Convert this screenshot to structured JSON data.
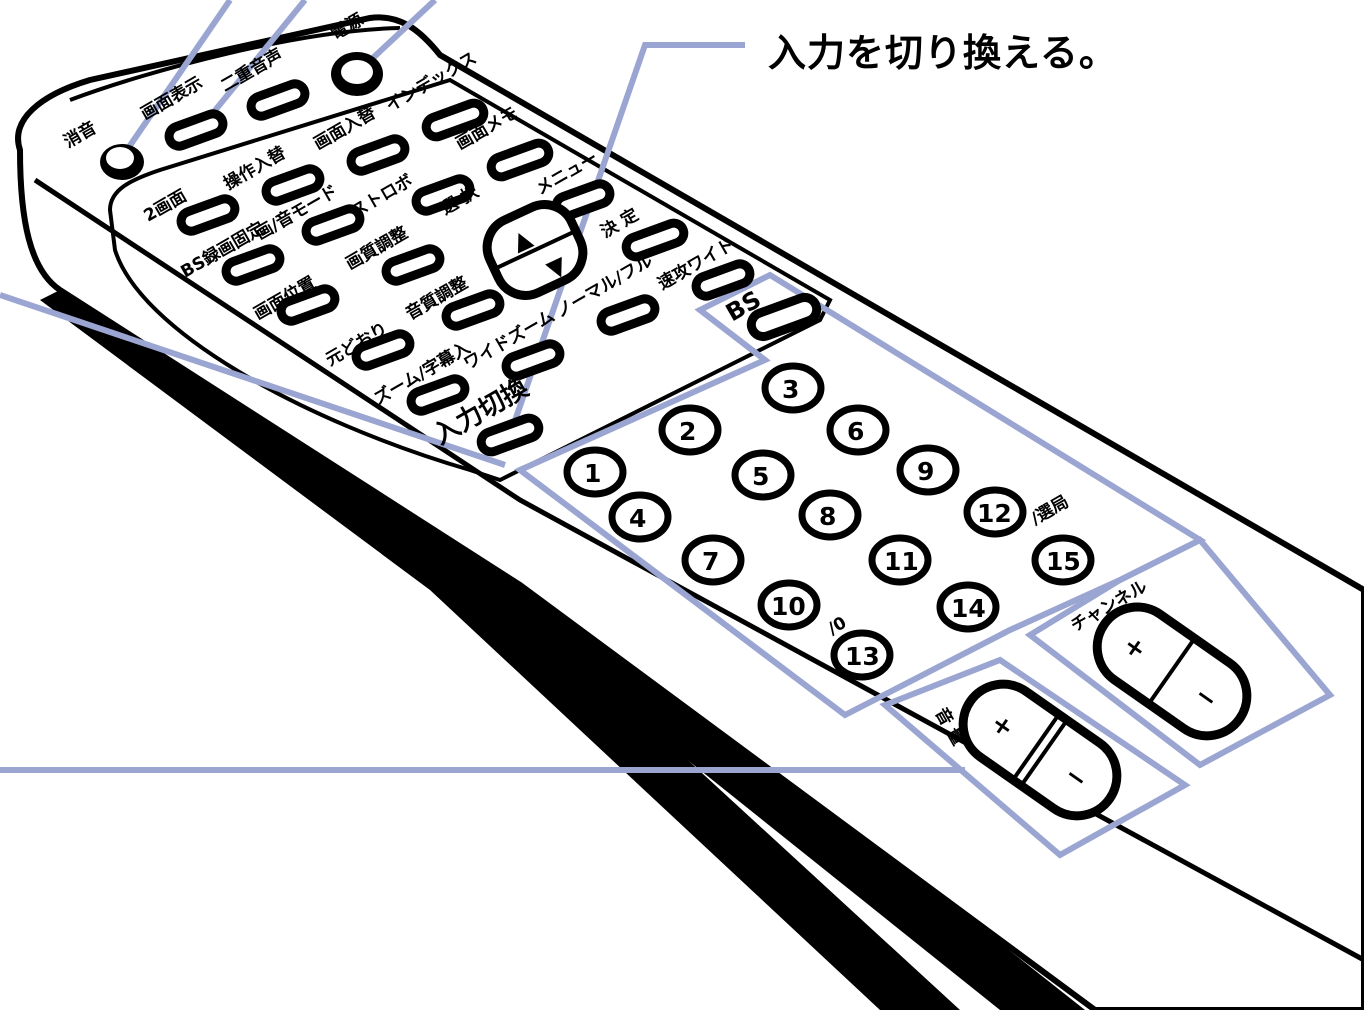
{
  "caption": "入力を切り換える。",
  "colors": {
    "callout": "#9aa5d2",
    "outline": "#000000",
    "body": "#ffffff"
  },
  "labels": {
    "mute": "消音",
    "display": "画面表示",
    "dual_audio": "二重音声",
    "power": "電源",
    "index": "インデックス",
    "screen_swap": "画面入替",
    "op_swap": "操作入替",
    "screen_memo": "画面メモ",
    "strobe": "ストロボ",
    "two_screen": "2画面",
    "picture_sound_mode": "画/音モード",
    "menu": "メニュー",
    "select": "選 択",
    "enter": "決 定",
    "bs_fix": "BS録画固定",
    "picture_adjust": "画質調整",
    "position": "画面位置",
    "sound_adjust": "音質調整",
    "normal_full": "ノーマル/フル",
    "auto_wide": "速攻ワイド",
    "restore": "元どおり",
    "wide_zoom": "ワイドズーム",
    "zoom_caption": "ズーム/字幕入",
    "input_switch": "入力切換",
    "bs": "BS",
    "ten_zero": "/0",
    "twelve_select": "/選局",
    "channel": "チャンネル",
    "volume": "音 量"
  },
  "numbers": [
    "1",
    "2",
    "3",
    "4",
    "5",
    "6",
    "7",
    "8",
    "9",
    "10",
    "11",
    "12",
    "13",
    "14",
    "15"
  ],
  "icons": {
    "plus": "+",
    "minus": "−",
    "up": "▲",
    "down": "▼"
  }
}
